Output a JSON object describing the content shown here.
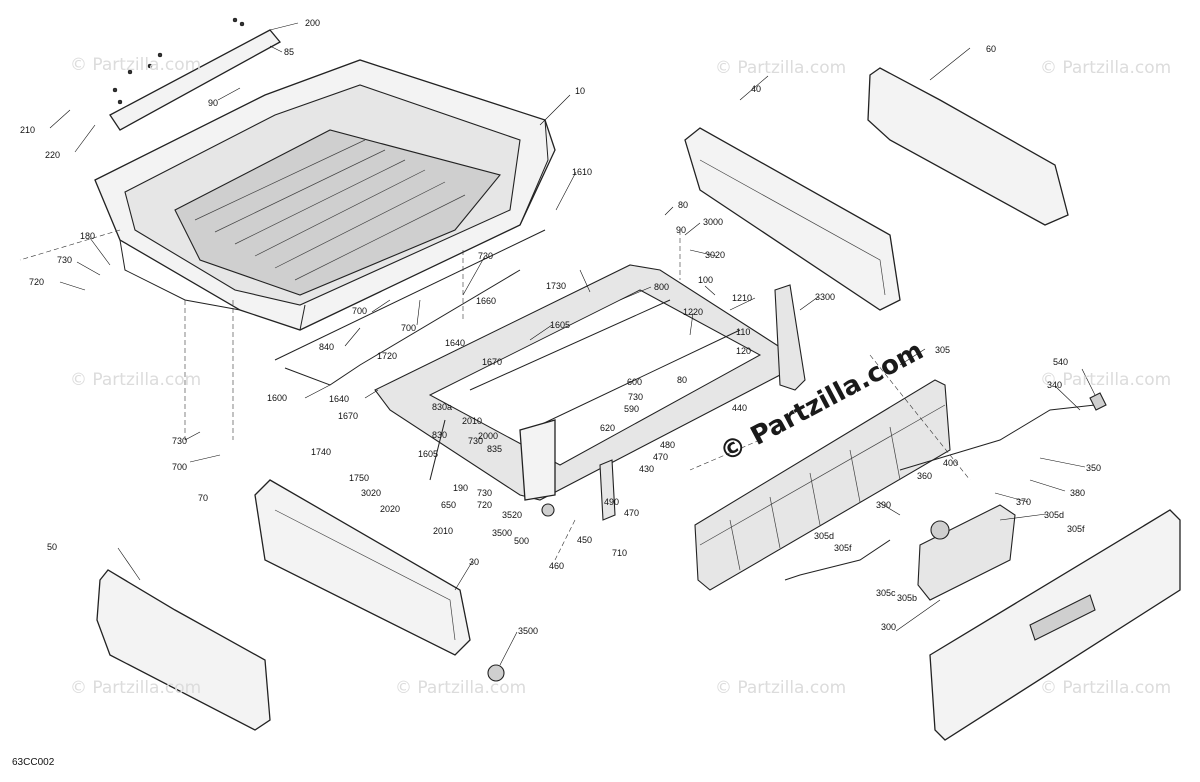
{
  "watermark": {
    "text": "© Partzilla.com",
    "brand": "© Partzilla.com"
  },
  "diagram_code": "63CC002",
  "callouts": [
    {
      "id": "c200",
      "text": "200"
    },
    {
      "id": "c85",
      "text": "85"
    },
    {
      "id": "c90a",
      "text": "90"
    },
    {
      "id": "c210",
      "text": "210"
    },
    {
      "id": "c220",
      "text": "220"
    },
    {
      "id": "c10",
      "text": "10"
    },
    {
      "id": "c180",
      "text": "180"
    },
    {
      "id": "c730a",
      "text": "730"
    },
    {
      "id": "c720a",
      "text": "720"
    },
    {
      "id": "c840",
      "text": "840"
    },
    {
      "id": "c730b",
      "text": "730"
    },
    {
      "id": "c700a",
      "text": "700"
    },
    {
      "id": "c700b",
      "text": "700"
    },
    {
      "id": "c1610",
      "text": "1610"
    },
    {
      "id": "c730c",
      "text": "730"
    },
    {
      "id": "c1660",
      "text": "1660"
    },
    {
      "id": "c1640a",
      "text": "1640"
    },
    {
      "id": "c1730",
      "text": "1730"
    },
    {
      "id": "c1605a",
      "text": "1605"
    },
    {
      "id": "c1670a",
      "text": "1670"
    },
    {
      "id": "c1720",
      "text": "1720"
    },
    {
      "id": "c1600",
      "text": "1600"
    },
    {
      "id": "c1640b",
      "text": "1640"
    },
    {
      "id": "c1670b",
      "text": "1670"
    },
    {
      "id": "c730d",
      "text": "730"
    },
    {
      "id": "c700c",
      "text": "700"
    },
    {
      "id": "c70",
      "text": "70"
    },
    {
      "id": "c80a",
      "text": "80"
    },
    {
      "id": "c90b",
      "text": "90"
    },
    {
      "id": "c3000",
      "text": "3000"
    },
    {
      "id": "c3020a",
      "text": "3020"
    },
    {
      "id": "c800",
      "text": "800"
    },
    {
      "id": "c100",
      "text": "100"
    },
    {
      "id": "c1210",
      "text": "1210"
    },
    {
      "id": "c1220",
      "text": "1220"
    },
    {
      "id": "c110",
      "text": "110"
    },
    {
      "id": "c120",
      "text": "120"
    },
    {
      "id": "c80b",
      "text": "80"
    },
    {
      "id": "c600",
      "text": "600"
    },
    {
      "id": "c730e",
      "text": "730"
    },
    {
      "id": "c590",
      "text": "590"
    },
    {
      "id": "c620",
      "text": "620"
    },
    {
      "id": "c830a",
      "text": "830a"
    },
    {
      "id": "c2010a",
      "text": "2010"
    },
    {
      "id": "c830",
      "text": "830"
    },
    {
      "id": "c2000",
      "text": "2000"
    },
    {
      "id": "c1605b",
      "text": "1605"
    },
    {
      "id": "c835",
      "text": "835"
    },
    {
      "id": "c1740",
      "text": "1740"
    },
    {
      "id": "c1750",
      "text": "1750"
    },
    {
      "id": "c3020b",
      "text": "3020"
    },
    {
      "id": "c2020",
      "text": "2020"
    },
    {
      "id": "c2010b",
      "text": "2010"
    },
    {
      "id": "c190",
      "text": "190"
    },
    {
      "id": "c730f",
      "text": "730"
    },
    {
      "id": "c720b",
      "text": "720"
    },
    {
      "id": "c650",
      "text": "650"
    },
    {
      "id": "c3520",
      "text": "3520"
    },
    {
      "id": "c3500a",
      "text": "3500"
    },
    {
      "id": "c500",
      "text": "500"
    },
    {
      "id": "c480",
      "text": "480"
    },
    {
      "id": "c470a",
      "text": "470"
    },
    {
      "id": "c430",
      "text": "430"
    },
    {
      "id": "c490",
      "text": "490"
    },
    {
      "id": "c470b",
      "text": "470"
    },
    {
      "id": "c450",
      "text": "450"
    },
    {
      "id": "c460",
      "text": "460"
    },
    {
      "id": "c710",
      "text": "710"
    },
    {
      "id": "c40",
      "text": "40"
    },
    {
      "id": "c60",
      "text": "60"
    },
    {
      "id": "c3300",
      "text": "3300"
    },
    {
      "id": "c440",
      "text": "440"
    },
    {
      "id": "c305",
      "text": "305"
    },
    {
      "id": "c540",
      "text": "540"
    },
    {
      "id": "c340",
      "text": "340"
    },
    {
      "id": "c350",
      "text": "350"
    },
    {
      "id": "c400",
      "text": "400"
    },
    {
      "id": "c360",
      "text": "360"
    },
    {
      "id": "c370",
      "text": "370"
    },
    {
      "id": "c380",
      "text": "380"
    },
    {
      "id": "c390",
      "text": "390"
    },
    {
      "id": "c305d",
      "text": "305d"
    },
    {
      "id": "c305d2",
      "text": "305d"
    },
    {
      "id": "c305f",
      "text": "305f"
    },
    {
      "id": "c305f2",
      "text": "305f"
    },
    {
      "id": "c305c",
      "text": "305c"
    },
    {
      "id": "c305b",
      "text": "305b"
    },
    {
      "id": "c300",
      "text": "300"
    },
    {
      "id": "c50",
      "text": "50"
    },
    {
      "id": "c30",
      "text": "30"
    },
    {
      "id": "c3500b",
      "text": "3500"
    }
  ]
}
